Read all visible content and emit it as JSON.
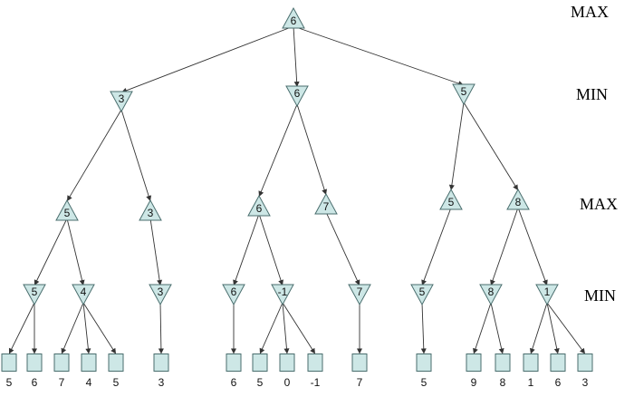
{
  "level_labels": [
    "MAX",
    "MIN",
    "MAX",
    "MIN"
  ],
  "tree": {
    "value": "6",
    "kind": "max",
    "children": [
      {
        "value": "3",
        "kind": "min",
        "children": [
          {
            "value": "5",
            "kind": "max",
            "children": [
              {
                "value": "5",
                "kind": "min",
                "children": [
                  {
                    "value": "5",
                    "kind": "leaf"
                  },
                  {
                    "value": "6",
                    "kind": "leaf"
                  }
                ]
              },
              {
                "value": "4",
                "kind": "min",
                "children": [
                  {
                    "value": "7",
                    "kind": "leaf"
                  },
                  {
                    "value": "4",
                    "kind": "leaf"
                  },
                  {
                    "value": "5",
                    "kind": "leaf"
                  }
                ]
              }
            ]
          },
          {
            "value": "3",
            "kind": "max",
            "children": [
              {
                "value": "3",
                "kind": "min",
                "children": [
                  {
                    "value": "3",
                    "kind": "leaf"
                  }
                ]
              }
            ]
          }
        ]
      },
      {
        "value": "6",
        "kind": "min",
        "children": [
          {
            "value": "6",
            "kind": "max",
            "children": [
              {
                "value": "6",
                "kind": "min",
                "children": [
                  {
                    "value": "6",
                    "kind": "leaf"
                  }
                ]
              },
              {
                "value": "-1",
                "kind": "min",
                "children": [
                  {
                    "value": "5",
                    "kind": "leaf"
                  },
                  {
                    "value": "0",
                    "kind": "leaf"
                  },
                  {
                    "value": "-1",
                    "kind": "leaf"
                  }
                ]
              }
            ]
          },
          {
            "value": "7",
            "kind": "max",
            "children": [
              {
                "value": "7",
                "kind": "min",
                "children": [
                  {
                    "value": "7",
                    "kind": "leaf"
                  }
                ]
              }
            ]
          }
        ]
      },
      {
        "value": "5",
        "kind": "min",
        "children": [
          {
            "value": "5",
            "kind": "max",
            "children": [
              {
                "value": "5",
                "kind": "min",
                "children": [
                  {
                    "value": "5",
                    "kind": "leaf"
                  }
                ]
              }
            ]
          },
          {
            "value": "8",
            "kind": "max",
            "children": [
              {
                "value": "8",
                "kind": "min",
                "children": [
                  {
                    "value": "9",
                    "kind": "leaf"
                  },
                  {
                    "value": "8",
                    "kind": "leaf"
                  }
                ]
              },
              {
                "value": "1",
                "kind": "min",
                "children": [
                  {
                    "value": "1",
                    "kind": "leaf"
                  },
                  {
                    "value": "6",
                    "kind": "leaf"
                  },
                  {
                    "value": "3",
                    "kind": "leaf"
                  }
                ]
              }
            ]
          }
        ]
      }
    ]
  }
}
